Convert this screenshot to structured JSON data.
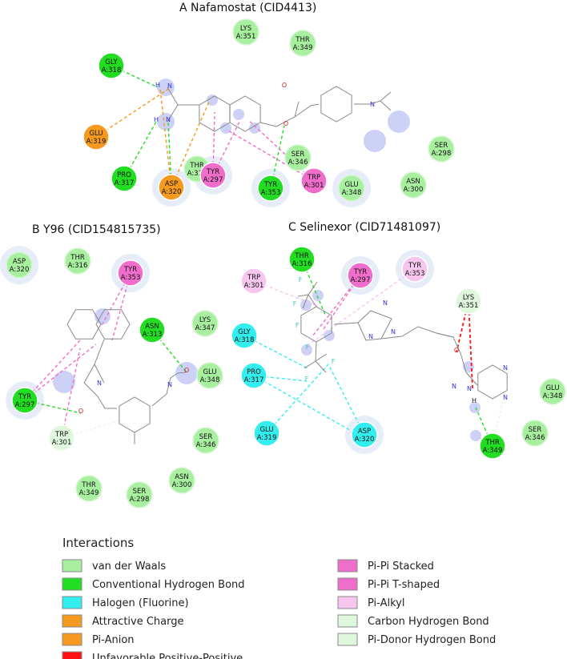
{
  "panels": [
    {
      "letter": "A",
      "title": "Nafamostat (CID4413)"
    },
    {
      "letter": "B",
      "title": "Y96 (CID154815735)"
    },
    {
      "letter": "C",
      "title": "Selinexor (CID71481097)"
    }
  ],
  "colors": {
    "vdw": "#a8efa0",
    "hbond": "#22dd22",
    "halogen": "#33eeee",
    "charge": "#f59a1e",
    "pianion": "#f59a1e",
    "unfav": "#ff1010",
    "pipi": "#f06ecb",
    "pialkyl": "#f7c6ee",
    "chbond": "#dff7dc",
    "pidonor": "#dff7dc",
    "ligand": "#888888"
  },
  "residues": {
    "A": [
      {
        "name": "LYS",
        "num": "A:351",
        "type": "vdw"
      },
      {
        "name": "THR",
        "num": "A:349",
        "type": "vdw"
      },
      {
        "name": "GLY",
        "num": "A:318",
        "type": "hbond"
      },
      {
        "name": "GLU",
        "num": "A:319",
        "type": "charge"
      },
      {
        "name": "PRO",
        "num": "A:317",
        "type": "hbond"
      },
      {
        "name": "ASP",
        "num": "A:320",
        "type": "charge"
      },
      {
        "name": "THR",
        "num": "A:316",
        "type": "vdw"
      },
      {
        "name": "TYR",
        "num": "A:297",
        "type": "pipi"
      },
      {
        "name": "TYR",
        "num": "A:353",
        "type": "hbond"
      },
      {
        "name": "SER",
        "num": "A:346",
        "type": "vdw"
      },
      {
        "name": "TRP",
        "num": "A:301",
        "type": "pipi"
      },
      {
        "name": "GLU",
        "num": "A:348",
        "type": "vdw"
      },
      {
        "name": "ASN",
        "num": "A:300",
        "type": "vdw"
      },
      {
        "name": "SER",
        "num": "A:298",
        "type": "vdw"
      }
    ],
    "B": [
      {
        "name": "ASP",
        "num": "A:320",
        "type": "vdw"
      },
      {
        "name": "THR",
        "num": "A:316",
        "type": "vdw"
      },
      {
        "name": "TYR",
        "num": "A:353",
        "type": "pipi"
      },
      {
        "name": "ASN",
        "num": "A:313",
        "type": "hbond"
      },
      {
        "name": "LYS",
        "num": "A:347",
        "type": "vdw"
      },
      {
        "name": "TYR",
        "num": "A:297",
        "type": "hbond"
      },
      {
        "name": "GLU",
        "num": "A:348",
        "type": "vdw"
      },
      {
        "name": "TRP",
        "num": "A:301",
        "type": "chbond"
      },
      {
        "name": "SER",
        "num": "A:346",
        "type": "vdw"
      },
      {
        "name": "ASN",
        "num": "A:300",
        "type": "vdw"
      },
      {
        "name": "THR",
        "num": "A:349",
        "type": "vdw"
      },
      {
        "name": "SER",
        "num": "A:298",
        "type": "vdw"
      }
    ],
    "C": [
      {
        "name": "THR",
        "num": "A:316",
        "type": "hbond"
      },
      {
        "name": "TYR",
        "num": "A:297",
        "type": "pipi"
      },
      {
        "name": "TYR",
        "num": "A:353",
        "type": "pialkyl"
      },
      {
        "name": "TRP",
        "num": "A:301",
        "type": "pialkyl"
      },
      {
        "name": "LYS",
        "num": "A:351",
        "type": "chbond"
      },
      {
        "name": "GLY",
        "num": "A:318",
        "type": "halogen"
      },
      {
        "name": "PRO",
        "num": "A:317",
        "type": "halogen"
      },
      {
        "name": "GLU",
        "num": "A:319",
        "type": "halogen"
      },
      {
        "name": "ASP",
        "num": "A:320",
        "type": "halogen"
      },
      {
        "name": "GLU",
        "num": "A:348",
        "type": "vdw"
      },
      {
        "name": "SER",
        "num": "A:346",
        "type": "vdw"
      },
      {
        "name": "THR",
        "num": "A:349",
        "type": "hbond"
      }
    ]
  },
  "atom_labels": {
    "A": [
      "H",
      "N",
      "H",
      "N",
      "O",
      "O",
      "N"
    ],
    "B": [
      "N",
      "O",
      "N",
      "O"
    ],
    "C": [
      "F",
      "F",
      "F",
      "F",
      "F",
      "F",
      "N",
      "N",
      "N",
      "O",
      "N",
      "N",
      "H",
      "N",
      "N"
    ]
  },
  "legend": {
    "title": "Interactions",
    "items": [
      {
        "label": "van der Waals",
        "color": "#a8efa0"
      },
      {
        "label": "Conventional Hydrogen Bond",
        "color": "#22dd22"
      },
      {
        "label": "Halogen (Fluorine)",
        "color": "#33eeee"
      },
      {
        "label": "Attractive Charge",
        "color": "#f59a1e"
      },
      {
        "label": "Pi-Anion",
        "color": "#f59a1e"
      },
      {
        "label": "Unfavorable Positive-Positive",
        "color": "#ff1010"
      },
      {
        "label": "Pi-Pi Stacked",
        "color": "#f06ecb"
      },
      {
        "label": "Pi-Pi T-shaped",
        "color": "#f06ecb"
      },
      {
        "label": "Pi-Alkyl",
        "color": "#f7c6ee"
      },
      {
        "label": "Carbon Hydrogen Bond",
        "color": "#dff7dc"
      },
      {
        "label": "Pi-Donor Hydrogen Bond",
        "color": "#dff7dc"
      }
    ]
  }
}
